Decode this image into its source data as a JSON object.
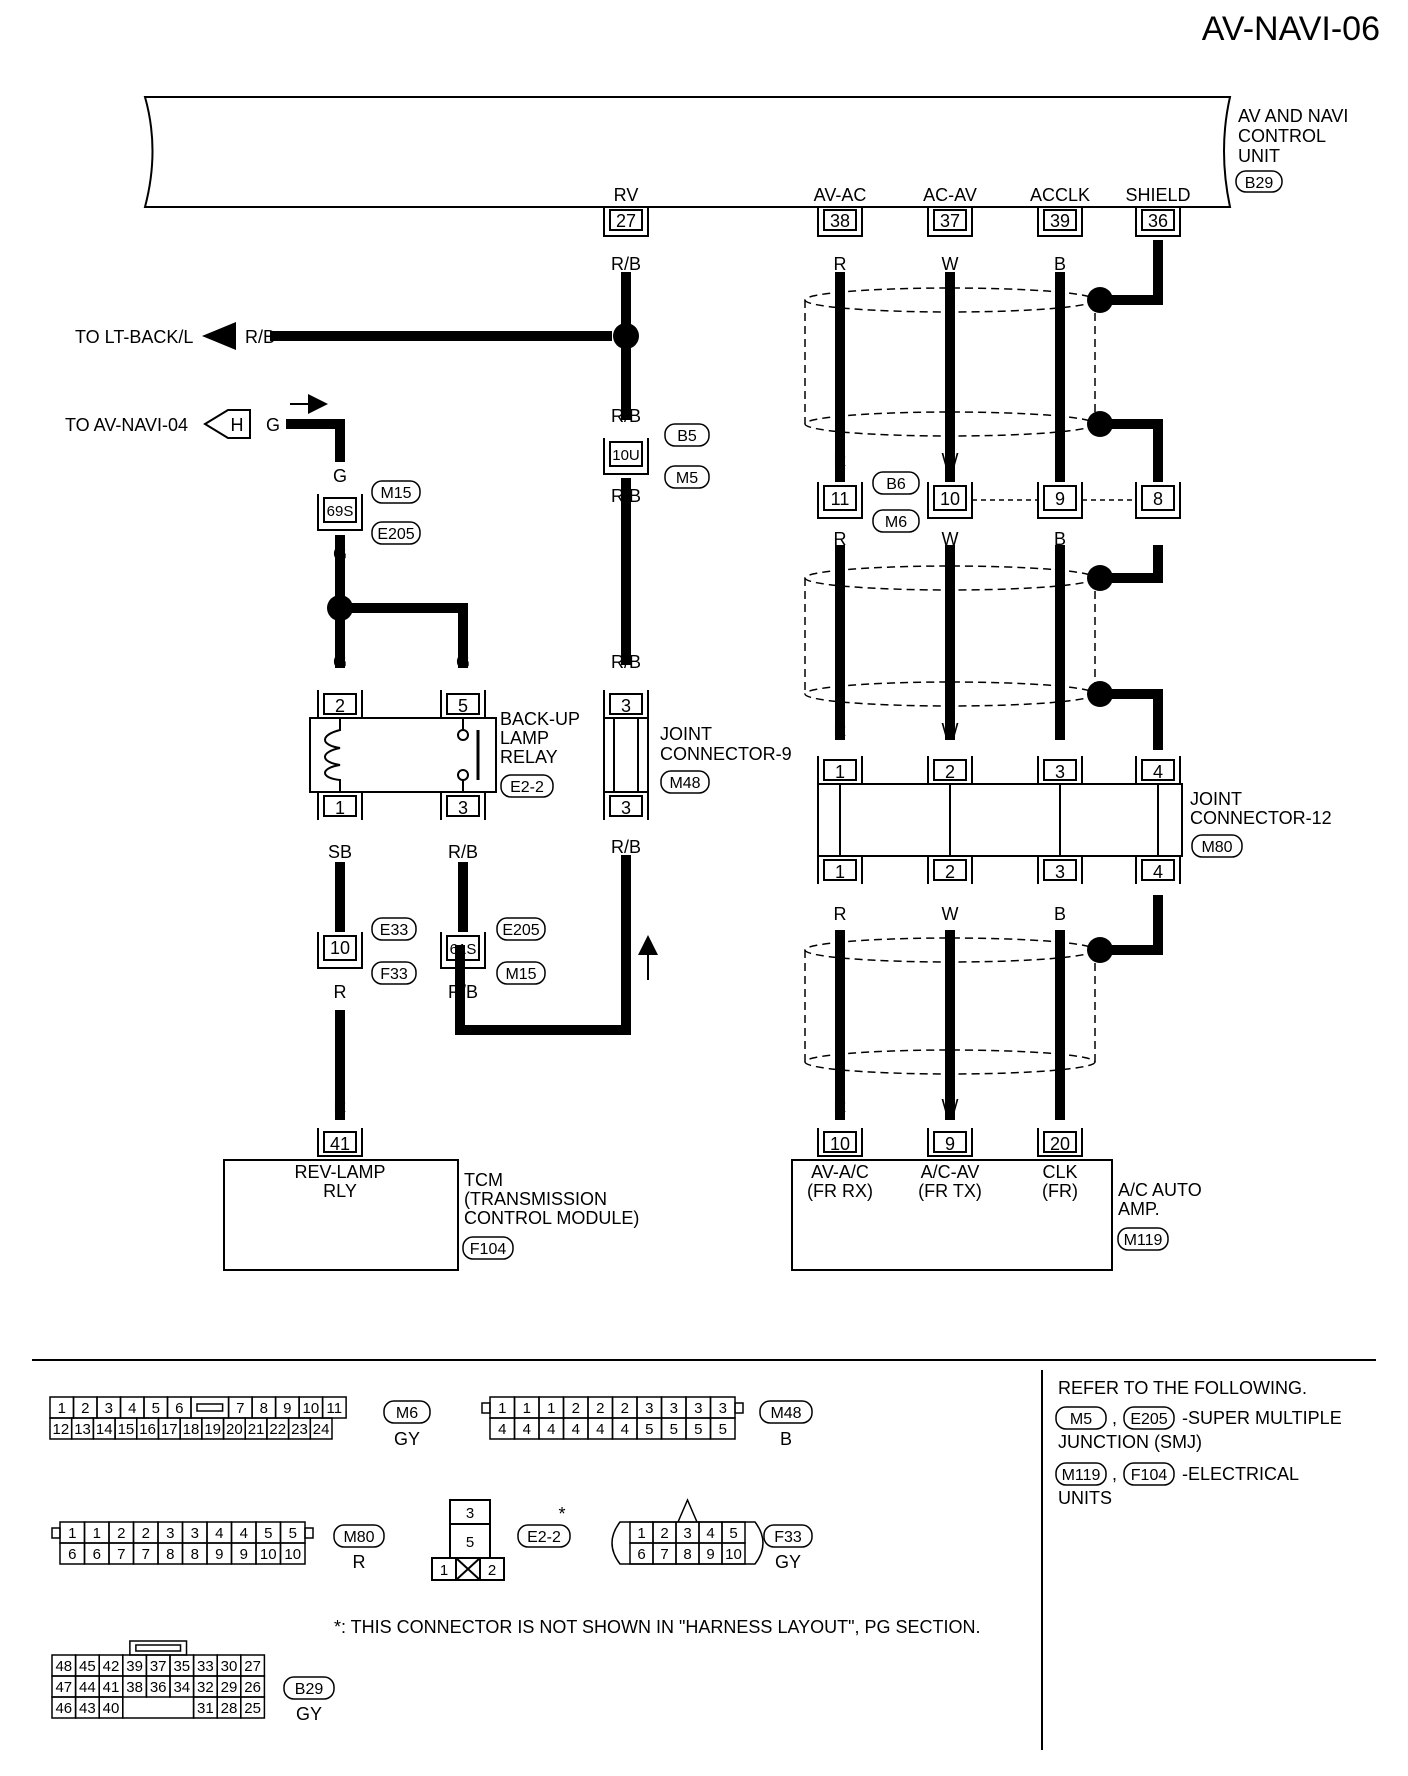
{
  "page_id": "AV-NAVI-06",
  "control_unit": {
    "lines": [
      "AV AND NAVI",
      "CONTROL",
      "UNIT"
    ],
    "connector": "B29"
  },
  "unit_pins": [
    {
      "name": "RV",
      "pin": "27"
    },
    {
      "name": "AV-AC",
      "pin": "38"
    },
    {
      "name": "AC-AV",
      "pin": "37"
    },
    {
      "name": "ACCLK",
      "pin": "39"
    },
    {
      "name": "SHIELD",
      "pin": "36"
    }
  ],
  "left_circuit": {
    "to_lt_back": "TO LT-BACK/L",
    "to_av_navi_04": "TO AV-NAVI-04",
    "h_symbol": "H",
    "wire_rb": "R/B",
    "wire_g": "G",
    "wire_sb": "SB",
    "wire_r": "R",
    "pin_10u": "10U",
    "b5": "B5",
    "m5": "M5",
    "pin_69s": "69S",
    "m15": "M15",
    "e205": "E205",
    "relay": {
      "lines": [
        "BACK-UP",
        "LAMP",
        "RELAY"
      ],
      "connector": "E2-2",
      "pins": [
        "2",
        "5",
        "1",
        "3"
      ]
    },
    "joint9": {
      "lines": [
        "JOINT",
        "CONNECTOR-9"
      ],
      "connector": "M48",
      "pins": [
        "3",
        "3"
      ]
    },
    "pin_10": "10",
    "e33": "E33",
    "f33": "F33",
    "pin_61s": "61S",
    "pin_41": "41",
    "tcm": {
      "pin_label": [
        "REV-LAMP",
        "RLY"
      ],
      "lines": [
        "TCM",
        "(TRANSMISSION",
        " CONTROL MODULE)"
      ],
      "connector": "F104"
    }
  },
  "right_circuit": {
    "wire_colors": [
      "R",
      "W",
      "B"
    ],
    "mid_pins": [
      "11",
      "10",
      "9",
      "8"
    ],
    "b6": "B6",
    "m6": "M6",
    "joint12": {
      "lines": [
        "JOINT",
        "CONNECTOR-12"
      ],
      "connector": "M80",
      "pins": [
        "1",
        "2",
        "3",
        "4"
      ]
    },
    "bottom_pins": [
      "10",
      "9",
      "20"
    ],
    "amp_pin_labels": [
      [
        "AV-A/C",
        "(FR RX)"
      ],
      [
        "A/C-AV",
        "(FR TX)"
      ],
      [
        "CLK",
        "(FR)"
      ]
    ],
    "amp": {
      "lines": [
        "A/C AUTO",
        "AMP."
      ],
      "connector": "M119"
    }
  },
  "connector_views": {
    "m6": {
      "name": "M6",
      "color": "GY",
      "row1": [
        "1",
        "2",
        "3",
        "4",
        "5",
        "6",
        "",
        "7",
        "8",
        "9",
        "10",
        "11"
      ],
      "row2": [
        "12",
        "13",
        "14",
        "15",
        "16",
        "17",
        "18",
        "19",
        "20",
        "21",
        "22",
        "23",
        "24"
      ]
    },
    "m48": {
      "name": "M48",
      "color": "B",
      "row1": [
        "1",
        "1",
        "1",
        "2",
        "2",
        "2",
        "3",
        "3",
        "3",
        "3"
      ],
      "row2": [
        "4",
        "4",
        "4",
        "4",
        "4",
        "4",
        "5",
        "5",
        "5",
        "5"
      ]
    },
    "m80": {
      "name": "M80",
      "color": "R",
      "row1": [
        "1",
        "1",
        "2",
        "2",
        "3",
        "3",
        "4",
        "4",
        "5",
        "5"
      ],
      "row2": [
        "6",
        "6",
        "7",
        "7",
        "8",
        "8",
        "9",
        "9",
        "10",
        "10"
      ]
    },
    "e22": {
      "name": "E2-2",
      "star": "*",
      "cells": [
        "3",
        "5",
        "1",
        "2"
      ]
    },
    "f33": {
      "name": "F33",
      "color": "GY",
      "row1": [
        "1",
        "2",
        "3",
        "4",
        "5"
      ],
      "row2": [
        "6",
        "7",
        "8",
        "9",
        "10"
      ]
    },
    "b29": {
      "name": "B29",
      "color": "GY",
      "row1": [
        "48",
        "45",
        "42",
        "39",
        "37",
        "35",
        "33",
        "30",
        "27"
      ],
      "row2": [
        "47",
        "44",
        "41",
        "38",
        "36",
        "34",
        "32",
        "29",
        "26"
      ],
      "row3": [
        "46",
        "43",
        "40",
        "31",
        "28",
        "25"
      ]
    }
  },
  "footnote": "*: THIS CONNECTOR IS NOT SHOWN IN \"HARNESS LAYOUT\", PG SECTION.",
  "refer": {
    "title": "REFER TO THE FOLLOWING.",
    "smj_codes": [
      "M5",
      "E205"
    ],
    "smj_text": [
      "-SUPER MULTIPLE",
      "JUNCTION (SMJ)"
    ],
    "eu_codes": [
      "M119",
      "F104"
    ],
    "eu_text": [
      "-ELECTRICAL",
      "UNITS"
    ],
    "comma": ","
  }
}
